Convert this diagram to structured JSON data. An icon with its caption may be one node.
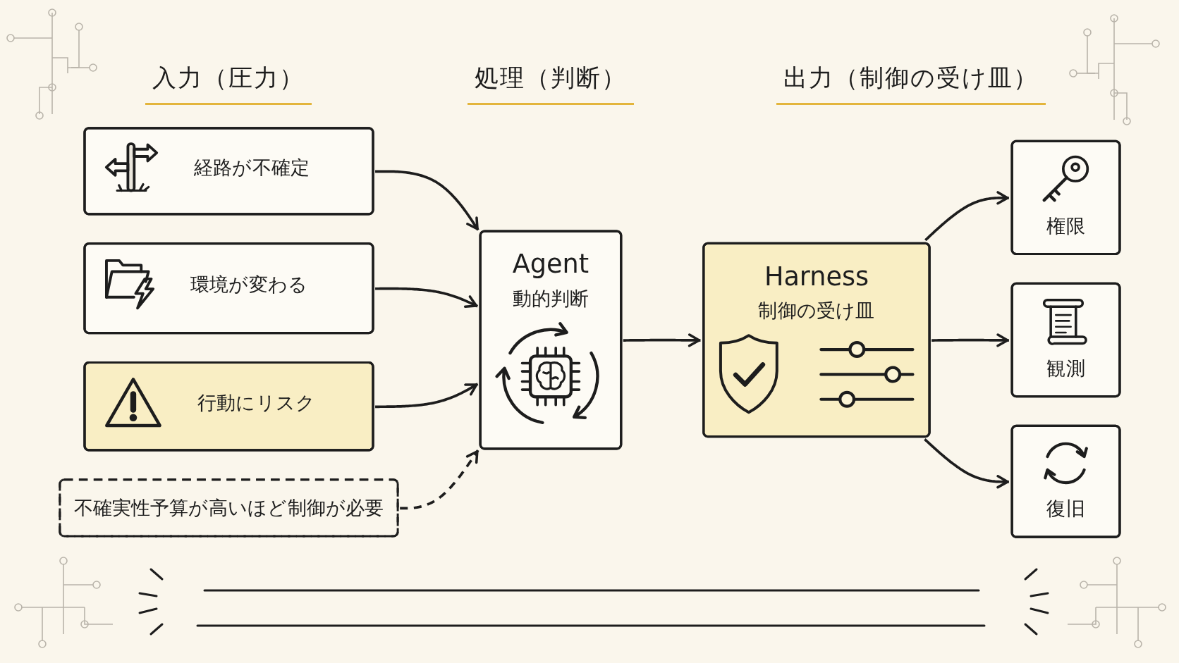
{
  "diagram": {
    "nodes": [
      {
        "text": [
          "経路が不確定"
        ]
      },
      {
        "text": [
          "環境が変わる"
        ]
      },
      {
        "text": [
          "行動にリスク"
        ]
      },
      {
        "text": [
          "Agent",
          "動的判断"
        ]
      },
      {
        "text": [
          "不確実性予算が高いほど制御が必要"
        ]
      },
      {
        "text": [
          "Harness",
          "制御の受け皿"
        ]
      },
      {
        "text": [
          "権限"
        ]
      },
      {
        "text": [
          "観測"
        ]
      },
      {
        "text": [
          "復旧"
        ]
      }
    ],
    "edges": [
      {
        "from": 0,
        "to": 3,
        "arrow": "to"
      },
      {
        "from": 1,
        "to": 3,
        "arrow": "to"
      },
      {
        "from": 2,
        "to": 3,
        "arrow": "to"
      },
      {
        "from": 4,
        "to": 3,
        "arrow": "to",
        "style": "dashed"
      },
      {
        "from": 3,
        "to": 5,
        "arrow": "to"
      },
      {
        "from": 5,
        "to": 6,
        "arrow": "to"
      },
      {
        "from": 5,
        "to": 7,
        "arrow": "to"
      },
      {
        "from": 5,
        "to": 8,
        "arrow": "to"
      }
    ],
    "labels": [
      "入力（圧力）",
      "処理（判断）",
      "出力（制御の受け皿）"
    ]
  }
}
